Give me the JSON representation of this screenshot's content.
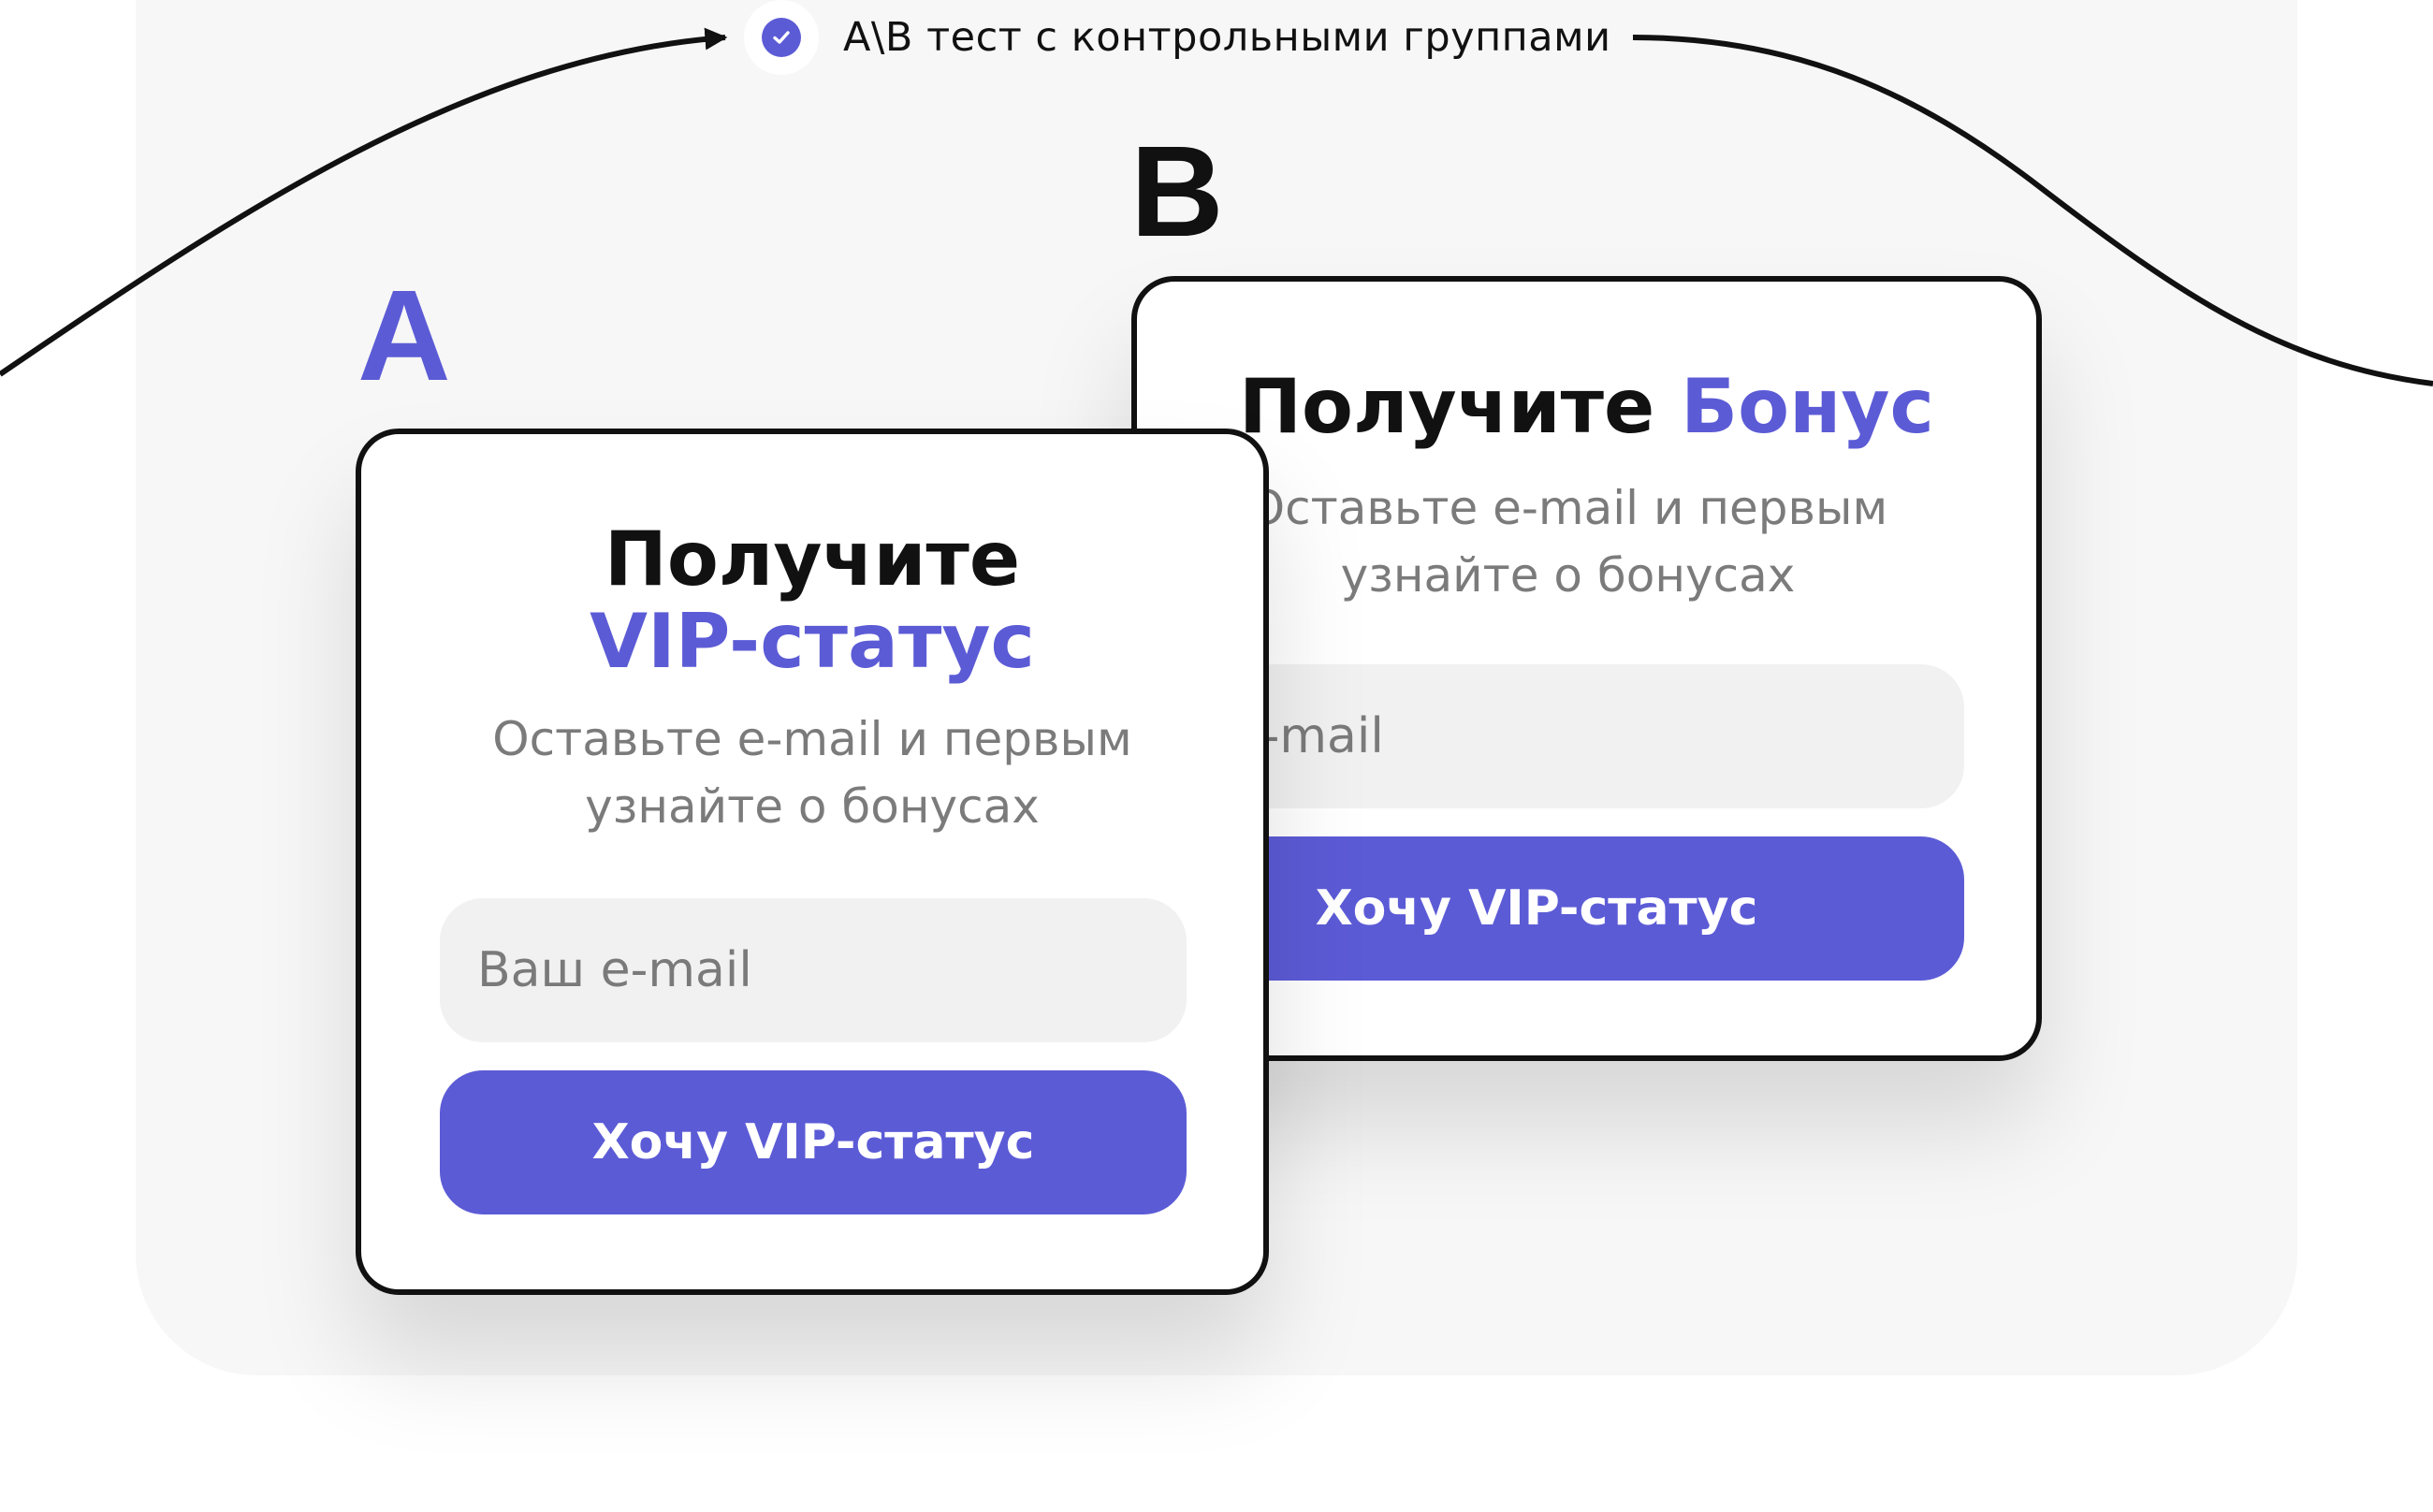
{
  "header": {
    "label": "A\\B тест с контрольными группами",
    "icon": "check-circle-icon"
  },
  "colors": {
    "accent": "#5c5bd6",
    "ink": "#111111",
    "muted": "#7b7b7b",
    "field": "#f1f1f1",
    "panel": "#f7f7f7"
  },
  "variant_a": {
    "letter": "A",
    "title_line1": "Получите",
    "title_accent": "VIP-статус",
    "subtitle_line1": "Оставьте e-mail и первым",
    "subtitle_line2": "узнайте о бонусах",
    "email_placeholder": "Ваш e-mail",
    "button_label": "Хочу VIP-статус"
  },
  "variant_b": {
    "letter": "B",
    "title_line1": "Получите",
    "title_accent": "Бонус",
    "subtitle_line1": "Оставьте e-mail и первым",
    "subtitle_line2": "узнайте о бонусах",
    "email_placeholder": "Ваш e-mail",
    "button_label": "Хочу VIP-статус"
  }
}
